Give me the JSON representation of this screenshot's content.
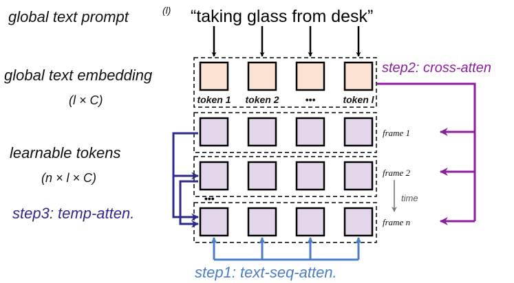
{
  "labels": {
    "prompt_title": "global text prompt",
    "prompt_symbol": "(l)",
    "prompt_quote": "“taking glass from desk”",
    "embedding_title": "global text embedding",
    "embedding_dims": "(l × C)",
    "learnable_title": "learnable tokens",
    "learnable_dims": "(n × l × C)"
  },
  "tokens": [
    "token 1",
    "token 2",
    "•••",
    "token l"
  ],
  "frames": [
    "frame 1",
    "frame 2",
    "frame n"
  ],
  "row_ellipsis": "•••",
  "time_label": "time",
  "steps": {
    "step1": "step1: text-seq-atten.",
    "step2": "step2: cross-atten",
    "step3": "step3: temp-atten."
  },
  "colors": {
    "token_fill": "#fbe2d2",
    "learnable_fill": "#e3d6ea",
    "step1": "#4a7cc8",
    "step2": "#8b1f9b",
    "step3": "#2e2a8c",
    "time_arrow": "#777777"
  }
}
